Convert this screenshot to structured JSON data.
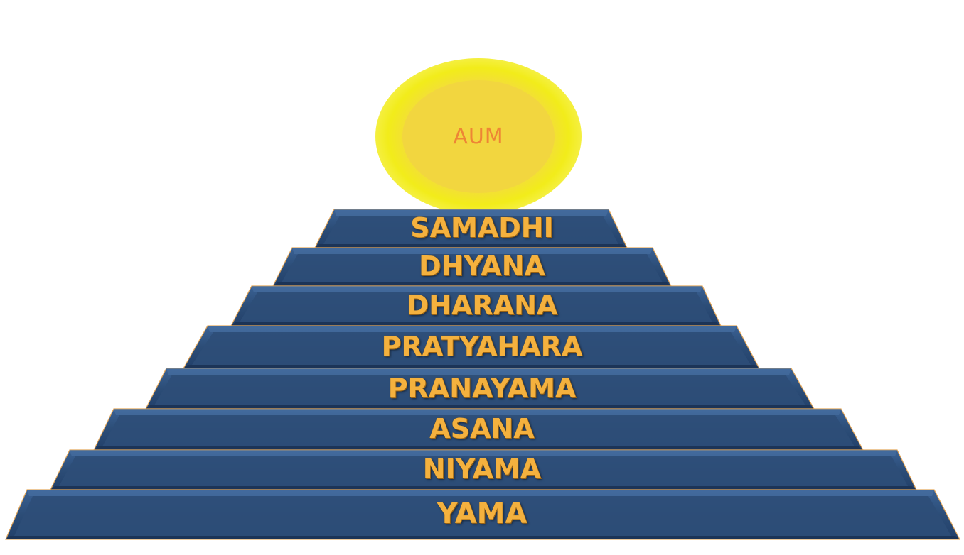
{
  "apex": {
    "label": "AUM",
    "color": "#ee8535"
  },
  "steps": [
    {
      "label": "SAMADHI"
    },
    {
      "label": "DHYANA"
    },
    {
      "label": "DHARANA"
    },
    {
      "label": "PRATYAHARA"
    },
    {
      "label": "PRANAYAMA"
    },
    {
      "label": "ASANA"
    },
    {
      "label": "NIYAMA"
    },
    {
      "label": "YAMA"
    }
  ],
  "colors": {
    "step_fill": "#2d4e78",
    "step_edge": "#e2a65a",
    "label_gold": "#f4b13e",
    "sun_yellow": "#f2d63f"
  }
}
